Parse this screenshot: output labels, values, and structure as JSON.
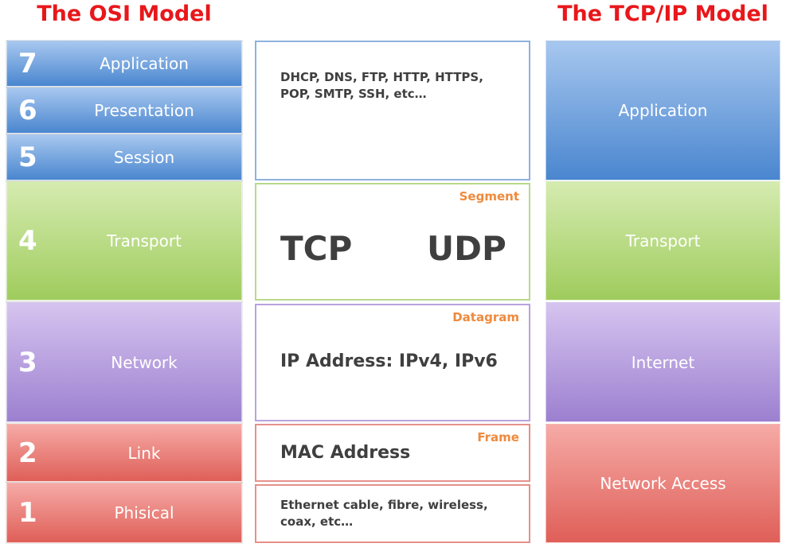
{
  "osi_title": "The OSI Model",
  "tcp_title": "The TCP/IP Model",
  "osi_layers": [
    {
      "number": "7",
      "name": "Application"
    },
    {
      "number": "6",
      "name": "Presentation"
    },
    {
      "number": "5",
      "name": "Session"
    },
    {
      "number": "4",
      "name": "Transport"
    },
    {
      "number": "3",
      "name": "Network"
    },
    {
      "number": "2",
      "name": "Link"
    },
    {
      "number": "1",
      "name": "Phisical"
    }
  ],
  "middle": {
    "protocols": "DHCP, DNS, FTP, HTTP, HTTPS, POP, SMTP, SSH, etc…",
    "segment_label": "Segment",
    "tcp": "TCP",
    "udp": "UDP",
    "datagram_label": "Datagram",
    "ip": "IP Address: IPv4, IPv6",
    "frame_label": "Frame",
    "mac": "MAC Address",
    "physical_media": "Ethernet cable, fibre, wireless, coax, etc…"
  },
  "tcp_layers": [
    {
      "name": "Application"
    },
    {
      "name": "Transport"
    },
    {
      "name": "Internet"
    },
    {
      "name": "Network Access"
    }
  ],
  "colors": {
    "title": "#e8171b",
    "application": "#4a86cf",
    "transport": "#9fcc5d",
    "network": "#9c80d0",
    "link": "#df5f58",
    "unit_label": "#ef8a3c"
  }
}
